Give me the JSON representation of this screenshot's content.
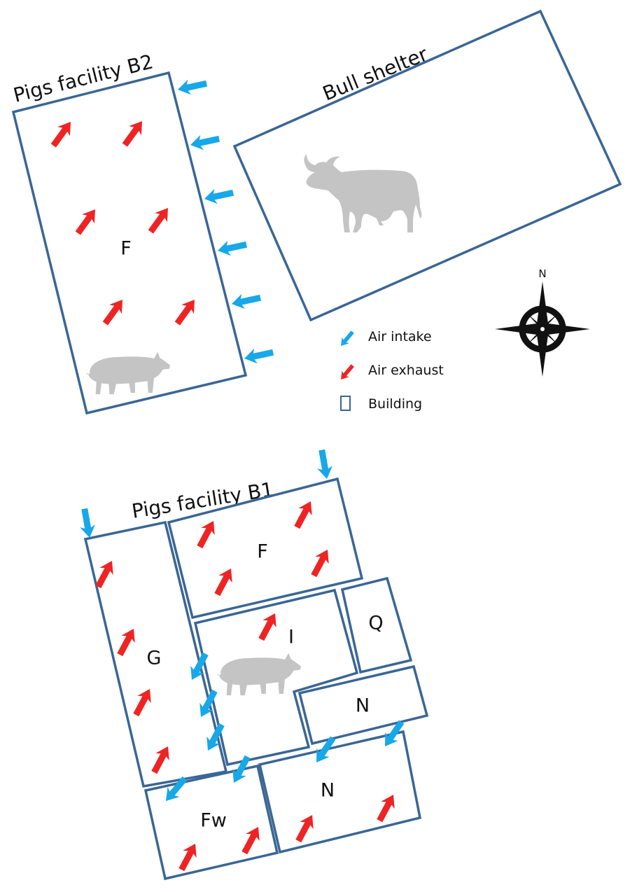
{
  "facilities": {
    "b2": {
      "title": "Pigs facility B2",
      "rooms": {
        "f": "F"
      }
    },
    "bull": {
      "title": "Bull shelter"
    },
    "b1": {
      "title": "Pigs facility B1",
      "rooms": {
        "f": "F",
        "g": "G",
        "i": "I",
        "q": "Q",
        "n_upper": "N",
        "n_lower": "N",
        "fw": "Fw"
      }
    }
  },
  "legend": {
    "intake": {
      "label": "Air intake",
      "color": "#16a8e8"
    },
    "exhaust": {
      "label": "Air exhaust",
      "color": "#ee2424"
    },
    "building": {
      "label": "Building",
      "color": "#3a6695"
    }
  },
  "compass": {
    "north_label": "N"
  },
  "icons": [
    "pig-icon",
    "bull-icon",
    "compass-rose-icon",
    "air-intake-arrow",
    "air-exhaust-arrow"
  ]
}
